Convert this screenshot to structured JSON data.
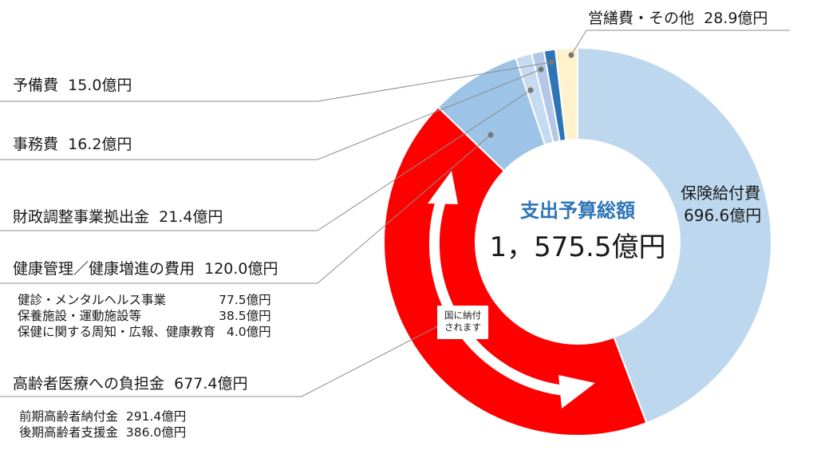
{
  "chart_data": {
    "type": "donut",
    "title": "支出予算総額",
    "total_label": "1，575.5億円",
    "unit": "億円",
    "slices": [
      {
        "name": "保険給付費",
        "value": 696.6,
        "value_label": "696.6億円",
        "color": "#BDD7EE"
      },
      {
        "name": "高齢者医療への負担金",
        "value": 677.4,
        "value_label": "677.4億円",
        "color": "#FF0000"
      },
      {
        "name": "健康管理／健康増進の費用",
        "value": 120.0,
        "value_label": "120.0億円",
        "color": "#9DC3E6"
      },
      {
        "name": "財政調整事業拠出金",
        "value": 21.4,
        "value_label": "21.4億円",
        "color": "#C5DBF0"
      },
      {
        "name": "事務費",
        "value": 16.2,
        "value_label": "16.2億円",
        "color": "#B4C7E7"
      },
      {
        "name": "予備費",
        "value": 15.0,
        "value_label": "15.0億円",
        "color": "#2E75B6"
      },
      {
        "name": "営繕費・その他",
        "value": 28.9,
        "value_label": "28.9億円",
        "color": "#FFF2CC"
      }
    ],
    "health_breakdown": [
      {
        "name": "健診・メンタルヘルス事業",
        "value_label": "77.5億円"
      },
      {
        "name": "保養施設・運動施設等",
        "value_label": "38.5億円"
      },
      {
        "name": "保健に関する周知・広報、健康教育",
        "value_label": "4.0億円"
      }
    ],
    "elderly_breakdown": [
      {
        "name": "前期高齢者納付金",
        "value_label": "291.4億円"
      },
      {
        "name": "後期高齢者支援金",
        "value_label": "386.0億円"
      }
    ],
    "annotation": [
      "国に納付",
      "されます"
    ],
    "title_color": "#2E75B6"
  }
}
